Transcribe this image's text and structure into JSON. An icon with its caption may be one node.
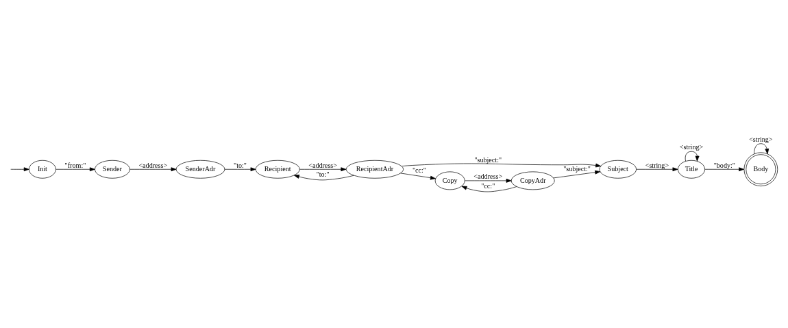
{
  "diagram": {
    "nodes": [
      {
        "text": [
          "Init"
        ]
      },
      {
        "text": [
          "Sender"
        ]
      },
      {
        "text": [
          "SenderAdr"
        ]
      },
      {
        "text": [
          "Recipient"
        ]
      },
      {
        "text": [
          "RecipientAdr"
        ]
      },
      {
        "text": [
          "Body"
        ]
      },
      {
        "text": [
          "Title"
        ]
      },
      {
        "text": [
          "Subject"
        ]
      },
      {
        "text": [
          "CopyAdr"
        ]
      },
      {
        "text": [
          "Copy"
        ]
      }
    ],
    "edges": [
      {
        "from": null,
        "to": 0,
        "arrow": "to"
      },
      {
        "from": 0,
        "to": 1,
        "arrow": "to",
        "label": "\"from:\""
      },
      {
        "from": 1,
        "to": 2,
        "arrow": "to",
        "label": "<address>"
      },
      {
        "from": 2,
        "to": 3,
        "arrow": "to",
        "label": "\"to:\""
      },
      {
        "from": 3,
        "to": 4,
        "arrow": "to",
        "label": "<address>"
      },
      {
        "from": 4,
        "to": 3,
        "arrow": "to",
        "label": "\"to:\""
      },
      {
        "from": 4,
        "to": 7,
        "arrow": "to",
        "label": "\"subject:\""
      },
      {
        "from": 4,
        "to": 9,
        "arrow": "to",
        "label": "\"cc:\""
      },
      {
        "from": 5,
        "to": 5,
        "arrow": "to",
        "label": "<string>"
      },
      {
        "from": 6,
        "to": 6,
        "arrow": "to",
        "label": "<string>"
      },
      {
        "from": 9,
        "to": 8,
        "arrow": "to",
        "label": "<address>"
      },
      {
        "from": 8,
        "to": 9,
        "arrow": "to",
        "label": "\"cc:\""
      },
      {
        "from": 8,
        "to": 7,
        "arrow": "to",
        "label": "\"subject:\""
      },
      {
        "from": 7,
        "to": 6,
        "arrow": "to",
        "label": "<string>"
      },
      {
        "from": 6,
        "to": 5,
        "arrow": "to",
        "label": "\"body:\""
      }
    ]
  }
}
